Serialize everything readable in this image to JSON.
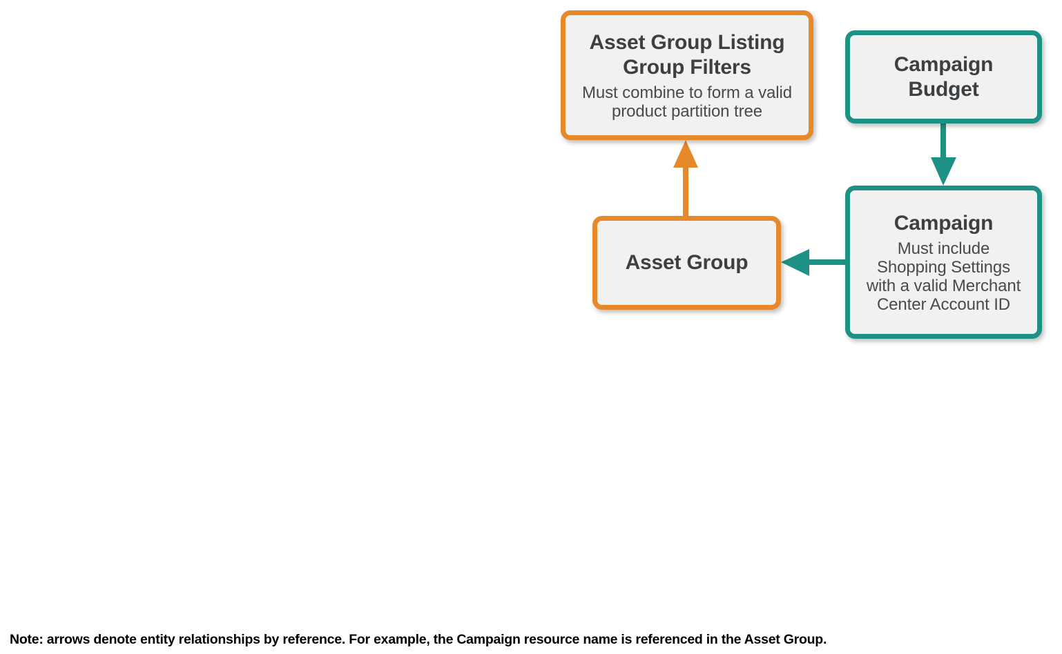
{
  "diagram": {
    "colors": {
      "orange": "#e5892b",
      "teal": "#1d9284",
      "node_fill": "#f1f1f1",
      "title_text": "#3c4043",
      "desc_text": "#4a4a4a",
      "note_text": "#000000",
      "background": "#ffffff"
    },
    "nodes": [
      {
        "id": "asset-group-listing-group-filters",
        "title": "Asset Group Listing Group Filters",
        "title_lines": [
          "Asset Group Listing",
          "Group Filters"
        ],
        "description": "Must combine to form a valid product partition tree",
        "description_lines": [
          "Must combine to form a valid",
          "product partition tree"
        ],
        "color": "orange"
      },
      {
        "id": "campaign-budget",
        "title": "Campaign Budget",
        "title_lines": [
          "Campaign",
          "Budget"
        ],
        "description": "",
        "color": "teal"
      },
      {
        "id": "asset-group",
        "title": "Asset Group",
        "title_lines": [
          "Asset Group"
        ],
        "description": "",
        "color": "orange"
      },
      {
        "id": "campaign",
        "title": "Campaign",
        "title_lines": [
          "Campaign"
        ],
        "description": "Must include Shopping Settings with a valid Merchant Center Account ID",
        "description_lines": [
          "Must include",
          "Shopping Settings",
          "with a valid Merchant",
          "Center Account ID"
        ],
        "color": "teal"
      }
    ],
    "edges": [
      {
        "id": "edge-asset-group-to-listing-group-filters",
        "from": "asset-group",
        "to": "asset-group-listing-group-filters",
        "direction": "up",
        "color": "orange"
      },
      {
        "id": "edge-campaign-budget-to-campaign",
        "from": "campaign-budget",
        "to": "campaign",
        "direction": "down",
        "color": "teal"
      },
      {
        "id": "edge-campaign-to-asset-group",
        "from": "campaign",
        "to": "asset-group",
        "direction": "left",
        "color": "teal"
      }
    ],
    "note": "Note: arrows denote entity relationships by reference. For example, the Campaign resource name is referenced in the Asset Group."
  }
}
